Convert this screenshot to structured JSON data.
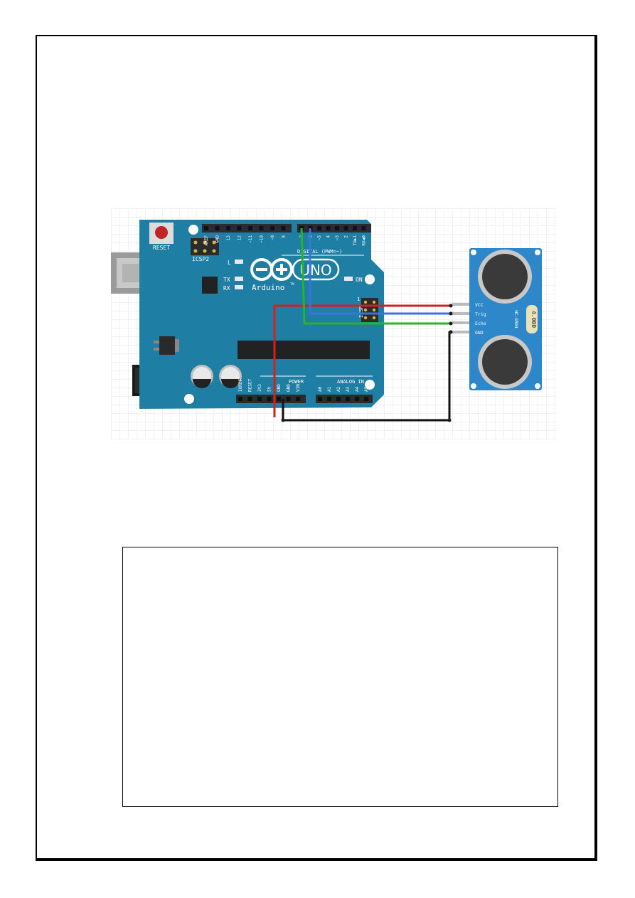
{
  "diagram": {
    "colors": {
      "board": "#1f7ea4",
      "board_dark": "#176887",
      "sensor": "#2d87c8",
      "wire_vcc": "#d62020",
      "wire_trig": "#3b73d8",
      "wire_echo": "#27b427",
      "wire_gnd": "#111111",
      "grid": "#e6e6e6"
    },
    "board": {
      "reset_label": "RESET",
      "icsp2_label": "ICSP2",
      "icsp_label": "ICSP",
      "icsp_pin1_label": "1",
      "led_l": "L",
      "led_tx": "TX",
      "led_rx": "RX",
      "on_label": "ON",
      "logo_text": "UNO",
      "brand": "Arduino",
      "trademark": "TM",
      "digital_label": "DIGITAL (PWM=~)",
      "power_label": "POWER",
      "analog_label": "ANALOG IN",
      "top_left_pins": [
        "AREF",
        "GND",
        "13",
        "12",
        "~11",
        "~10",
        "~9",
        "8"
      ],
      "top_right_pins": [
        "7",
        "~6",
        "~5",
        "4",
        "~3",
        "2",
        "TX▶1",
        "RX◀0"
      ],
      "power_pins": [
        "IOREF",
        "RESET",
        "3V3",
        "5V",
        "GND",
        "GND",
        "VIN"
      ],
      "analog_pins": [
        "A0",
        "A1",
        "A2",
        "A3",
        "A4",
        "A5"
      ]
    },
    "sensor": {
      "model": "HC-SR04",
      "crystal": "4.000",
      "pins": [
        "VCC",
        "Trig",
        "Echo",
        "GND"
      ]
    }
  }
}
